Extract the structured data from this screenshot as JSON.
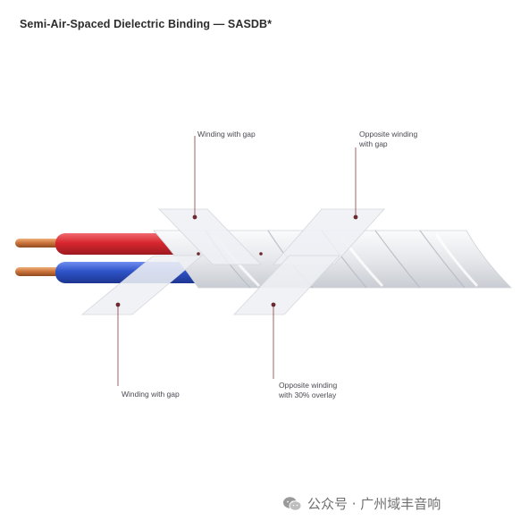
{
  "title": "Semi-Air-Spaced Dielectric Binding — SASDB*",
  "callouts": {
    "winding_top": "Winding with gap",
    "opposite_top_line1": "Opposite winding",
    "opposite_top_line2": "with gap",
    "winding_bottom": "Winding with gap",
    "opposite_bottom_line1": "Opposite winding",
    "opposite_bottom_line2": "with 30% overlay"
  },
  "watermark": {
    "text": "公众号 · 广州域丰音响",
    "icon": "wechat-icon"
  },
  "colors": {
    "red_conductor": "#d8262e",
    "blue_conductor": "#2e53c8",
    "copper": "#c9713a",
    "tape": "#e9ebef",
    "callout_line": "#8a3a3f"
  }
}
